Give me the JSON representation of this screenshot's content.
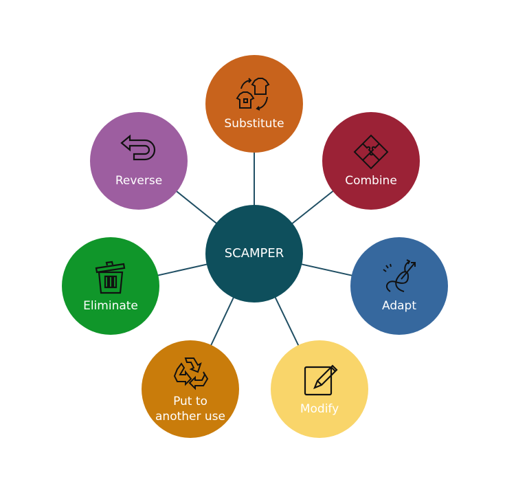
{
  "center": {
    "label": "SCAMPER",
    "color": "#0E4F5C"
  },
  "nodes": [
    {
      "label": "Substitute",
      "color": "#C8631C",
      "icon": "swap-shirts-icon"
    },
    {
      "label": "Combine",
      "color": "#9B2236",
      "icon": "puzzle-icon"
    },
    {
      "label": "Adapt",
      "color": "#36689E",
      "icon": "tangled-arrows-icon"
    },
    {
      "label": "Modify",
      "color": "#F9D56A",
      "icon": "edit-pencil-icon"
    },
    {
      "label": "Put to another use",
      "label_line1": "Put to",
      "label_line2": "another use",
      "color": "#C97C0B",
      "icon": "recycle-icon"
    },
    {
      "label": "Eliminate",
      "color": "#10962A",
      "icon": "trash-icon"
    },
    {
      "label": "Reverse",
      "color": "#9D5EA0",
      "icon": "u-turn-arrow-icon"
    }
  ],
  "line_color": "#1F4E63"
}
